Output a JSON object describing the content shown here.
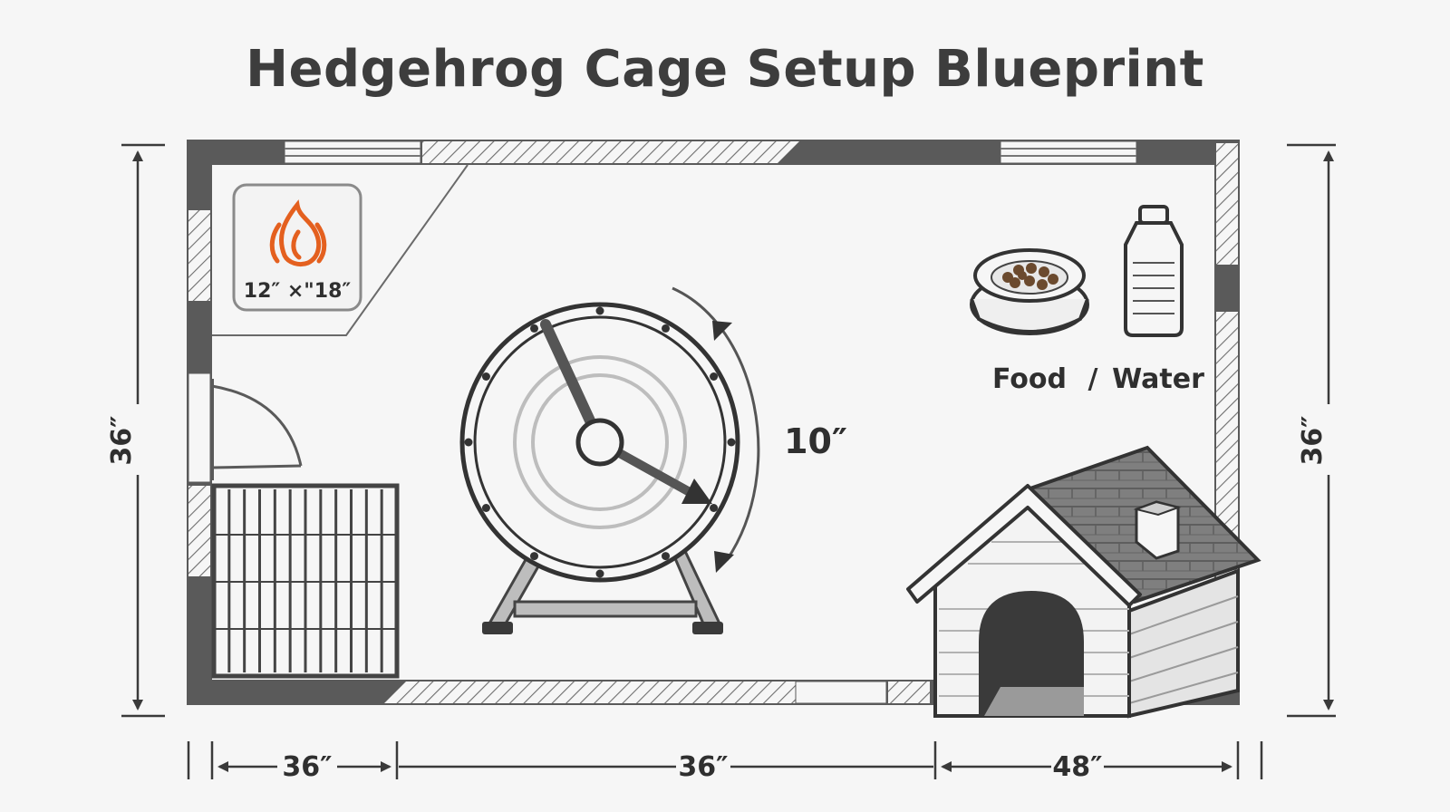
{
  "title": "Hedgehrog Cage Setup Blueprint",
  "heater": {
    "size_label": "12″ ×\"18″",
    "icon": "flame-icon",
    "icon_color": "#e4601f"
  },
  "wheel": {
    "diameter_label": "10″"
  },
  "feeding": {
    "food_label": "Food",
    "separator": "/",
    "water_label": "Water"
  },
  "dimensions": {
    "height_left": "36″",
    "height_right": "36″",
    "width_left": "36″",
    "width_middle": "36″",
    "width_right": "48″"
  },
  "colors": {
    "wall": "#5a5a5a",
    "line": "#3a3a3a",
    "background": "#f6f6f6",
    "roof": "#7d7d7d"
  }
}
